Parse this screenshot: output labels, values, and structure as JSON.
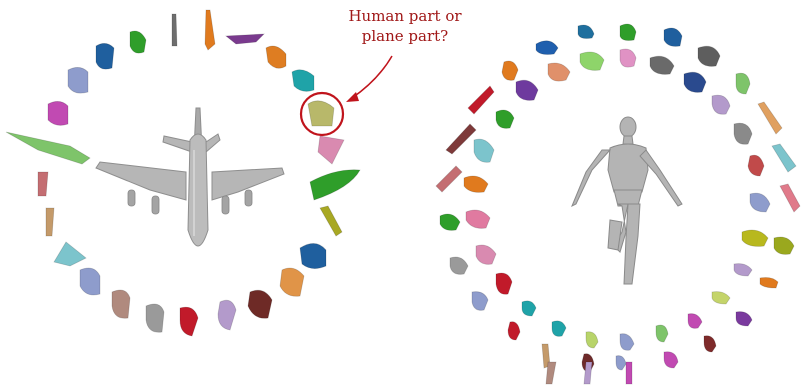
{
  "callout": {
    "line1": "Human part or",
    "line2": "plane part?",
    "color": "#c0141c"
  },
  "palette": {
    "model_fill": "#b4b4b4",
    "model_stroke": "#8a8a8a",
    "query_part": "#b8b86a"
  },
  "left_ring_parts": [
    {
      "name": "part-gray-sliver",
      "color": "#6e6e6e"
    },
    {
      "name": "part-orange-shard",
      "color": "#e07a1e"
    },
    {
      "name": "part-purple-blade",
      "color": "#7a3a8e"
    },
    {
      "name": "part-orange-chunk",
      "color": "#de7d22"
    },
    {
      "name": "part-teal-block",
      "color": "#1fa3a8"
    },
    {
      "name": "part-query",
      "color": "#b8b86a"
    },
    {
      "name": "part-pink-cone",
      "color": "#d98ab0"
    },
    {
      "name": "part-green-wing",
      "color": "#2f9e2a"
    },
    {
      "name": "part-olive-rod",
      "color": "#a8a823"
    },
    {
      "name": "part-blue-block",
      "color": "#1f5f9e"
    },
    {
      "name": "part-orange-block",
      "color": "#e09448"
    },
    {
      "name": "part-maroon-chunk",
      "color": "#6e2a26"
    },
    {
      "name": "part-lilac-leaf",
      "color": "#b39acb"
    },
    {
      "name": "part-red-leaf",
      "color": "#c11a2a"
    },
    {
      "name": "part-gray-cylinder",
      "color": "#9a9a9a"
    },
    {
      "name": "part-rose-cylinder",
      "color": "#b08a7e"
    },
    {
      "name": "part-periwinkle-cylinder",
      "color": "#8e9ccc"
    },
    {
      "name": "part-teal-triangle",
      "color": "#7cc4cc"
    },
    {
      "name": "part-tan-rod",
      "color": "#c49a6a"
    },
    {
      "name": "part-rose-rod",
      "color": "#c46e72"
    },
    {
      "name": "part-lightgreen-wing",
      "color": "#7ec46a"
    },
    {
      "name": "part-magenta-block",
      "color": "#c14ab2"
    },
    {
      "name": "part-periwinkle-block",
      "color": "#8e9ccc"
    },
    {
      "name": "part-blue-chunk",
      "color": "#1f5f9e"
    },
    {
      "name": "part-green-chunk",
      "color": "#2f9e2a"
    }
  ],
  "right_ring_parts": [
    {
      "name": "part-teal-top",
      "color": "#1f6f9e"
    },
    {
      "name": "part-green-top",
      "color": "#2f9e2a"
    },
    {
      "name": "part-blue-top",
      "color": "#1f5f9e"
    },
    {
      "name": "part-blue-upper",
      "color": "#1f5fae"
    },
    {
      "name": "part-salmon-upper",
      "color": "#e0906a"
    },
    {
      "name": "part-lightgreen-upper",
      "color": "#8ed46a"
    },
    {
      "name": "part-pink-upper",
      "color": "#e092c4"
    },
    {
      "name": "part-gray-upper",
      "color": "#6a6a6a"
    },
    {
      "name": "part-darkgray-upper",
      "color": "#5e5e5e"
    },
    {
      "name": "part-orange-upper",
      "color": "#e07a1e"
    },
    {
      "name": "part-purple-upper",
      "color": "#6e3a9e"
    },
    {
      "name": "part-navy-upper",
      "color": "#2a4a8e"
    },
    {
      "name": "part-green-upper2",
      "color": "#7ec46a"
    },
    {
      "name": "part-red-arm",
      "color": "#c11a2a"
    },
    {
      "name": "part-green-mid",
      "color": "#2f9e2a"
    },
    {
      "name": "part-lilac-mid",
      "color": "#b39acb"
    },
    {
      "name": "part-orange-arm",
      "color": "#e0a060"
    },
    {
      "name": "part-maroon-arm",
      "color": "#7e3a3a"
    },
    {
      "name": "part-cyan-mid",
      "color": "#7cc4cc"
    },
    {
      "name": "part-gray-mid",
      "color": "#8a8a8a"
    },
    {
      "name": "part-cyan-arm",
      "color": "#7cc4cc"
    },
    {
      "name": "part-rose-arm",
      "color": "#c46e72"
    },
    {
      "name": "part-orange-mid",
      "color": "#e07a1e"
    },
    {
      "name": "part-red-mid",
      "color": "#c14a4a"
    },
    {
      "name": "part-periwinkle-mid",
      "color": "#8e9ccc"
    },
    {
      "name": "part-pink-mid",
      "color": "#e07aa0"
    },
    {
      "name": "part-green-left",
      "color": "#2f9e2a"
    },
    {
      "name": "part-rose-left",
      "color": "#e07a8a"
    },
    {
      "name": "part-olive-right",
      "color": "#b8b81e"
    },
    {
      "name": "part-olive-right2",
      "color": "#9aa81e"
    },
    {
      "name": "part-pink-left2",
      "color": "#d98ab0"
    },
    {
      "name": "part-lilac-right",
      "color": "#b39acb"
    },
    {
      "name": "part-gray-left",
      "color": "#9a9a9a"
    },
    {
      "name": "part-orange-right",
      "color": "#e07a1e"
    },
    {
      "name": "part-red-left",
      "color": "#c11a2a"
    },
    {
      "name": "part-periwinkle-left",
      "color": "#8e9ccc"
    },
    {
      "name": "part-lime-right",
      "color": "#c4d46a"
    },
    {
      "name": "part-purple-right",
      "color": "#7a3a9e"
    },
    {
      "name": "part-magenta-right",
      "color": "#c14ab2"
    },
    {
      "name": "part-maroon-bottom",
      "color": "#7e2a2a"
    },
    {
      "name": "part-teal-bottom",
      "color": "#1fa3a8"
    },
    {
      "name": "part-red-bottom",
      "color": "#c11a2a"
    },
    {
      "name": "part-tan-bottom",
      "color": "#c49a6a"
    },
    {
      "name": "part-teal-bottom2",
      "color": "#1fa3a8"
    },
    {
      "name": "part-lime-bottom",
      "color": "#b8d46a"
    },
    {
      "name": "part-periwinkle-bottom",
      "color": "#8e9ccc"
    },
    {
      "name": "part-green-bottom",
      "color": "#7ec46a"
    },
    {
      "name": "part-magenta-bottom",
      "color": "#c14ab2"
    },
    {
      "name": "part-maroon-bottom2",
      "color": "#6e2a2a"
    },
    {
      "name": "part-periwinkle-bottom2",
      "color": "#8e9ccc"
    },
    {
      "name": "part-rose-bottom",
      "color": "#b08a7e"
    },
    {
      "name": "part-lilac-bottom",
      "color": "#b39acb"
    },
    {
      "name": "part-magenta-bottom2",
      "color": "#c14ab2"
    }
  ]
}
